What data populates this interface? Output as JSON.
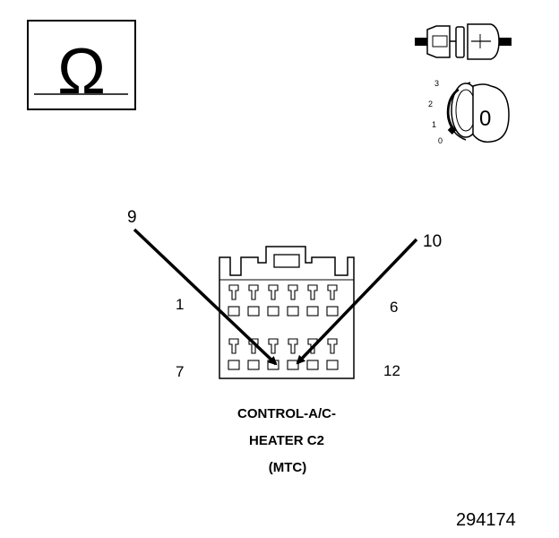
{
  "ohm_symbol": "Ω",
  "ignition": {
    "key_position": "0",
    "positions": [
      "3",
      "2",
      "1",
      "0"
    ]
  },
  "callouts": {
    "left": "9",
    "right": "10"
  },
  "pin_labels": {
    "top_left": "1",
    "top_right": "6",
    "bottom_left": "7",
    "bottom_right": "12"
  },
  "connector_title": {
    "line1": "CONTROL-A/C-",
    "line2": "HEATER C2",
    "line3": "(MTC)"
  },
  "figure_number": "294174",
  "colors": {
    "ink": "#000000",
    "paper": "#ffffff"
  }
}
